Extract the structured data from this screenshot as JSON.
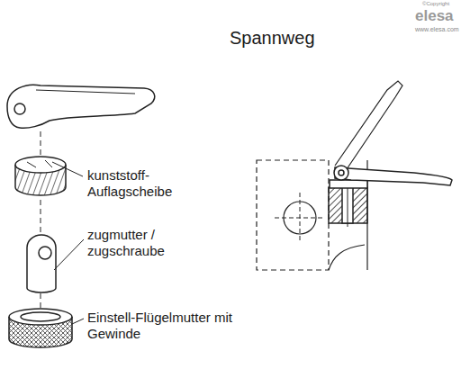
{
  "diagram": {
    "labels": [
      "Spannweg",
      "kunststoff- Auflagscheibe",
      "zugmutter / zugschraube",
      "Einstell-Flügelmutter mit Gewinde",
      "©Copyright",
      "elesa",
      "www.elesa.com"
    ]
  }
}
